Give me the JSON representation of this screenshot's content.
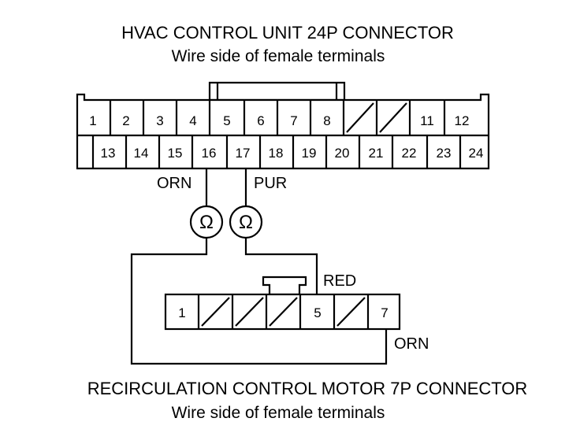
{
  "top_connector": {
    "title": "HVAC CONTROL UNIT 24P CONNECTOR",
    "subtitle": "Wire side of female terminals",
    "row1": [
      "1",
      "2",
      "3",
      "4",
      "5",
      "6",
      "7",
      "8",
      "",
      "",
      "11",
      "12"
    ],
    "row2": [
      "13",
      "14",
      "15",
      "16",
      "17",
      "18",
      "19",
      "20",
      "21",
      "22",
      "23",
      "24"
    ]
  },
  "bottom_connector": {
    "title": "RECIRCULATION CONTROL MOTOR 7P CONNECTOR",
    "subtitle": "Wire side of female terminals",
    "pins": [
      "1",
      "",
      "",
      "",
      "5",
      "",
      "7"
    ]
  },
  "wires": {
    "orn_top": "ORN",
    "pur_top": "PUR",
    "red": "RED",
    "orn_bottom": "ORN"
  },
  "meter_symbol": "Ω"
}
